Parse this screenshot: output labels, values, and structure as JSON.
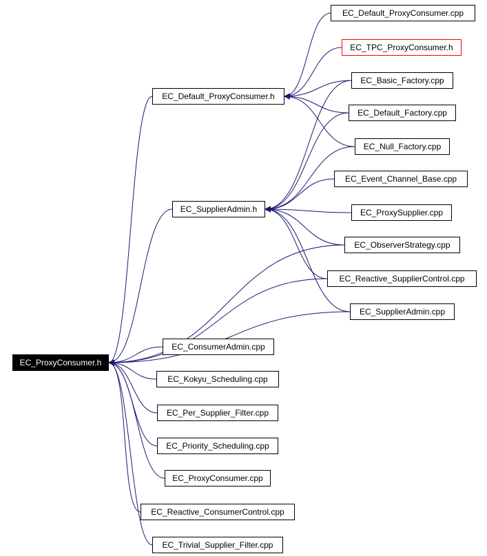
{
  "colors": {
    "edge": "#191970",
    "root_fill": "#000000",
    "root_text": "#ffffff",
    "highlight_border": "#ff0000"
  },
  "nodes": {
    "root": "EC_ProxyConsumer.h",
    "default_proxy_consumer_h": "EC_Default_ProxyConsumer.h",
    "supplier_admin_h": "EC_SupplierAdmin.h",
    "default_proxy_consumer_cpp": "EC_Default_ProxyConsumer.cpp",
    "tpc_proxy_consumer_h": "EC_TPC_ProxyConsumer.h",
    "basic_factory_cpp": "EC_Basic_Factory.cpp",
    "default_factory_cpp": "EC_Default_Factory.cpp",
    "null_factory_cpp": "EC_Null_Factory.cpp",
    "event_channel_base_cpp": "EC_Event_Channel_Base.cpp",
    "proxy_supplier_cpp": "EC_ProxySupplier.cpp",
    "observer_strategy_cpp": "EC_ObserverStrategy.cpp",
    "reactive_supplier_control_cpp": "EC_Reactive_SupplierControl.cpp",
    "supplier_admin_cpp": "EC_SupplierAdmin.cpp",
    "consumer_admin_cpp": "EC_ConsumerAdmin.cpp",
    "kokyu_scheduling_cpp": "EC_Kokyu_Scheduling.cpp",
    "per_supplier_filter_cpp": "EC_Per_Supplier_Filter.cpp",
    "priority_scheduling_cpp": "EC_Priority_Scheduling.cpp",
    "proxy_consumer_cpp": "EC_ProxyConsumer.cpp",
    "reactive_consumer_control_cpp": "EC_Reactive_ConsumerControl.cpp",
    "trivial_supplier_filter_cpp": "EC_Trivial_Supplier_Filter.cpp"
  },
  "edges": [
    [
      "default_proxy_consumer_h",
      "root"
    ],
    [
      "supplier_admin_h",
      "root"
    ],
    [
      "observer_strategy_cpp",
      "root"
    ],
    [
      "reactive_supplier_control_cpp",
      "root"
    ],
    [
      "supplier_admin_cpp",
      "root"
    ],
    [
      "consumer_admin_cpp",
      "root"
    ],
    [
      "kokyu_scheduling_cpp",
      "root"
    ],
    [
      "per_supplier_filter_cpp",
      "root"
    ],
    [
      "priority_scheduling_cpp",
      "root"
    ],
    [
      "proxy_consumer_cpp",
      "root"
    ],
    [
      "reactive_consumer_control_cpp",
      "root"
    ],
    [
      "trivial_supplier_filter_cpp",
      "root"
    ],
    [
      "default_proxy_consumer_cpp",
      "default_proxy_consumer_h"
    ],
    [
      "tpc_proxy_consumer_h",
      "default_proxy_consumer_h"
    ],
    [
      "basic_factory_cpp",
      "default_proxy_consumer_h"
    ],
    [
      "default_factory_cpp",
      "default_proxy_consumer_h"
    ],
    [
      "null_factory_cpp",
      "default_proxy_consumer_h"
    ],
    [
      "basic_factory_cpp",
      "supplier_admin_h"
    ],
    [
      "default_factory_cpp",
      "supplier_admin_h"
    ],
    [
      "null_factory_cpp",
      "supplier_admin_h"
    ],
    [
      "event_channel_base_cpp",
      "supplier_admin_h"
    ],
    [
      "proxy_supplier_cpp",
      "supplier_admin_h"
    ],
    [
      "observer_strategy_cpp",
      "supplier_admin_h"
    ],
    [
      "reactive_supplier_control_cpp",
      "supplier_admin_h"
    ],
    [
      "supplier_admin_cpp",
      "supplier_admin_h"
    ]
  ]
}
